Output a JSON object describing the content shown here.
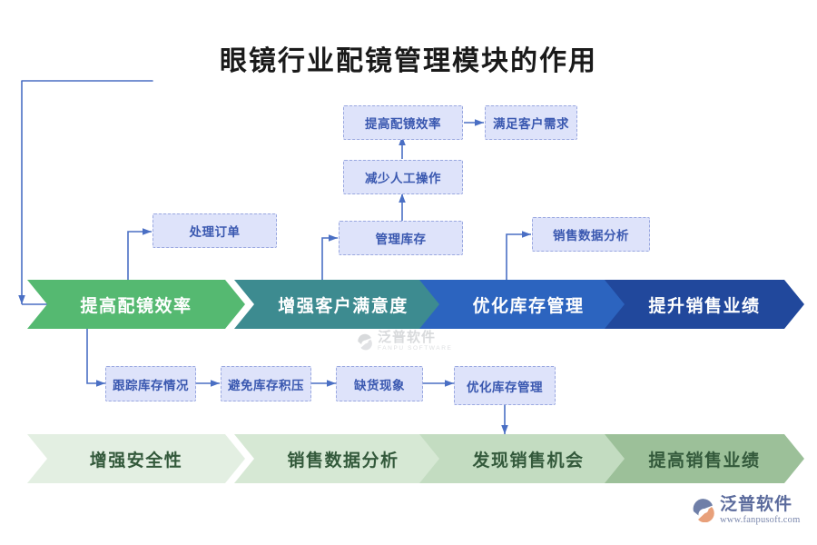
{
  "title": "眼镜行业配镜管理模块的作用",
  "nodes": {
    "improve_efficiency": "提高配镜效率",
    "satisfy_customer": "满足客户需求",
    "reduce_manual": "减少人工操作",
    "manage_stock": "管理库存",
    "process_order": "处理订单",
    "sales_data_analysis": "销售数据分析",
    "track_stock": "跟踪库存情况",
    "avoid_overstock": "避免库存积压",
    "stockout": "缺货现象",
    "optimize_stock": "优化库存管理"
  },
  "main_band": {
    "steps": [
      {
        "label": "提高配镜效率",
        "color": "#55b971"
      },
      {
        "label": "增强客户满意度",
        "color": "#3d8b90"
      },
      {
        "label": "优化库存管理",
        "color": "#2c64bf"
      },
      {
        "label": "提升销售业绩",
        "color": "#21489c"
      }
    ]
  },
  "bottom_band": {
    "steps": [
      {
        "label": "增强安全性",
        "color": "#e3efe2"
      },
      {
        "label": "销售数据分析",
        "color": "#d6e8d4"
      },
      {
        "label": "发现销售机会",
        "color": "#c3dcc1"
      },
      {
        "label": "提高销售业绩",
        "color": "#9cc099"
      }
    ]
  },
  "watermark": {
    "cn": "泛普软件",
    "en": "FANPU SOFTWARE"
  },
  "logo": {
    "cn": "泛普软件",
    "url": "www.fanpusoft.com"
  },
  "colors": {
    "connector": "#4a6fc4",
    "node_fill": "#dee3fa",
    "node_border": "#9aa8e0",
    "node_text": "#3a58b0",
    "title_text": "#1a1a1a"
  }
}
